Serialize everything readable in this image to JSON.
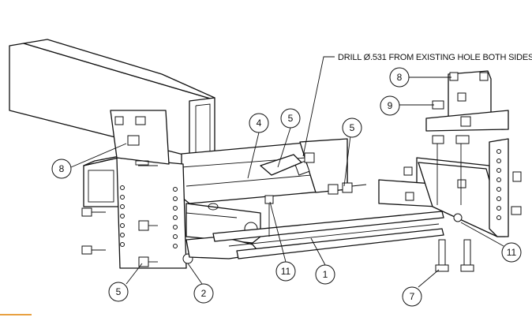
{
  "note": {
    "text": "DRILL Ø.531 FROM   EXISTING HOLE   BOTH SIDES"
  },
  "callouts": {
    "c8_left": "8",
    "c4": "4",
    "c5_top": "5",
    "c5_right": "5",
    "c8_right": "8",
    "c9": "9",
    "c11_mid": "11",
    "c1": "1",
    "c5_bottom": "5",
    "c2": "2",
    "c7": "7",
    "c11_right": "11"
  },
  "colors": {
    "line": "#111111",
    "background": "#ffffff",
    "edge_mark": "#e8a040"
  }
}
